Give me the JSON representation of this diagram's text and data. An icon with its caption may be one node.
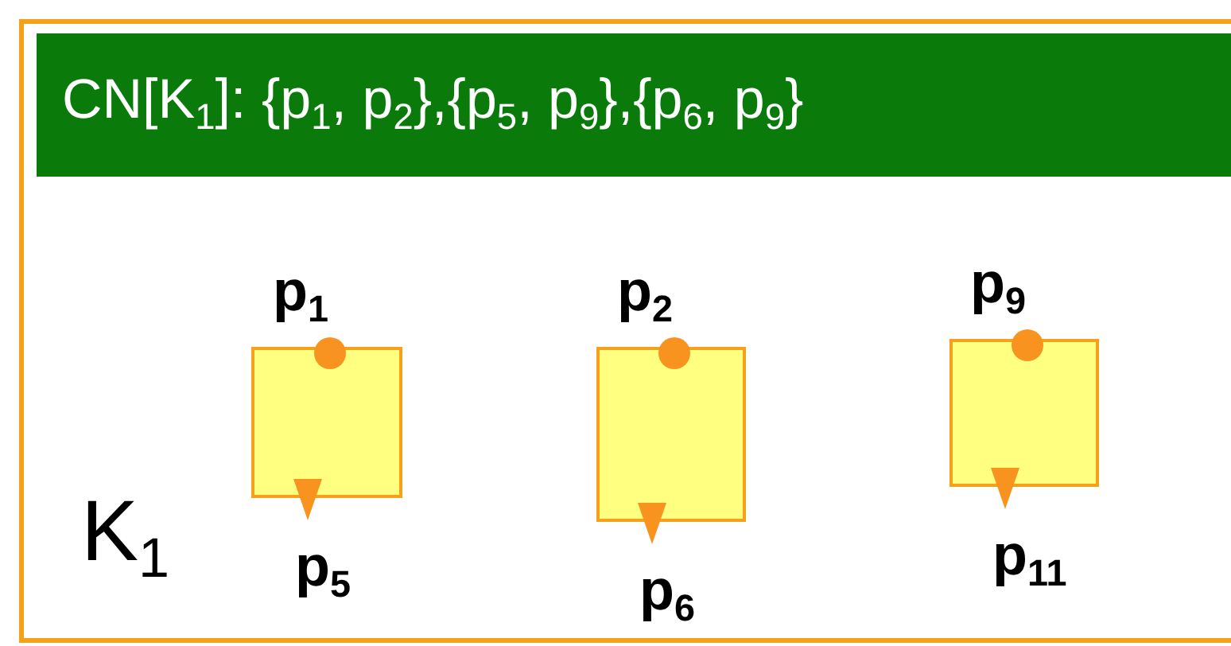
{
  "diagram": {
    "nodes": [
      {
        "text": [
          "K$_{1}$"
        ]
      },
      {
        "text": [
          "CN[K$_{1}$]: {p$_{1}$, p$_{2}$},{p$_{5}$, p$_{9}$},{p$_{6}$, p$_{9}$}"
        ],
        "in": 0
      },
      {
        "text": [],
        "shape": "box",
        "in": 0,
        "beside": [
          "p$_{1}$",
          "p$_{5}$"
        ]
      },
      {
        "text": [],
        "shape": "box",
        "in": 0,
        "beside": [
          "p$_{2}$",
          "p$_{6}$"
        ]
      },
      {
        "text": [],
        "shape": "box",
        "in": 0,
        "beside": [
          "p$_{9}$",
          "p$_{11}$"
        ]
      }
    ]
  }
}
